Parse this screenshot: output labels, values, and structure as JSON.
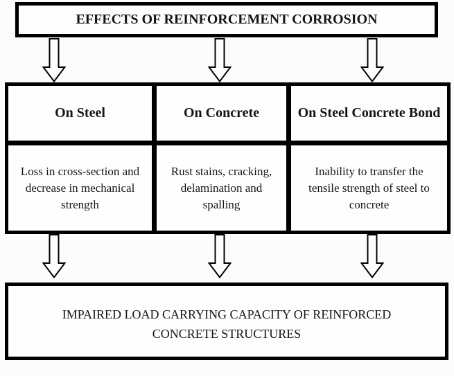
{
  "diagram": {
    "title": "EFFECTS OF REINFORCEMENT CORROSION",
    "columns": [
      {
        "header": "On Steel",
        "effect": "Loss in cross-section and decrease in mechanical strength"
      },
      {
        "header": "On Concrete",
        "effect": "Rust stains, cracking, delamination and spalling"
      },
      {
        "header": "On Steel Concrete Bond",
        "effect": "Inability to transfer the tensile strength of steel to concrete"
      }
    ],
    "conclusion": "IMPAIRED LOAD CARRYING CAPACITY OF REINFORCED CONCRETE STRUCTURES",
    "icons": {
      "arrow": "down-arrow"
    },
    "colors": {
      "border": "#000000",
      "fill": "#fefefe",
      "text": "#151515"
    }
  }
}
